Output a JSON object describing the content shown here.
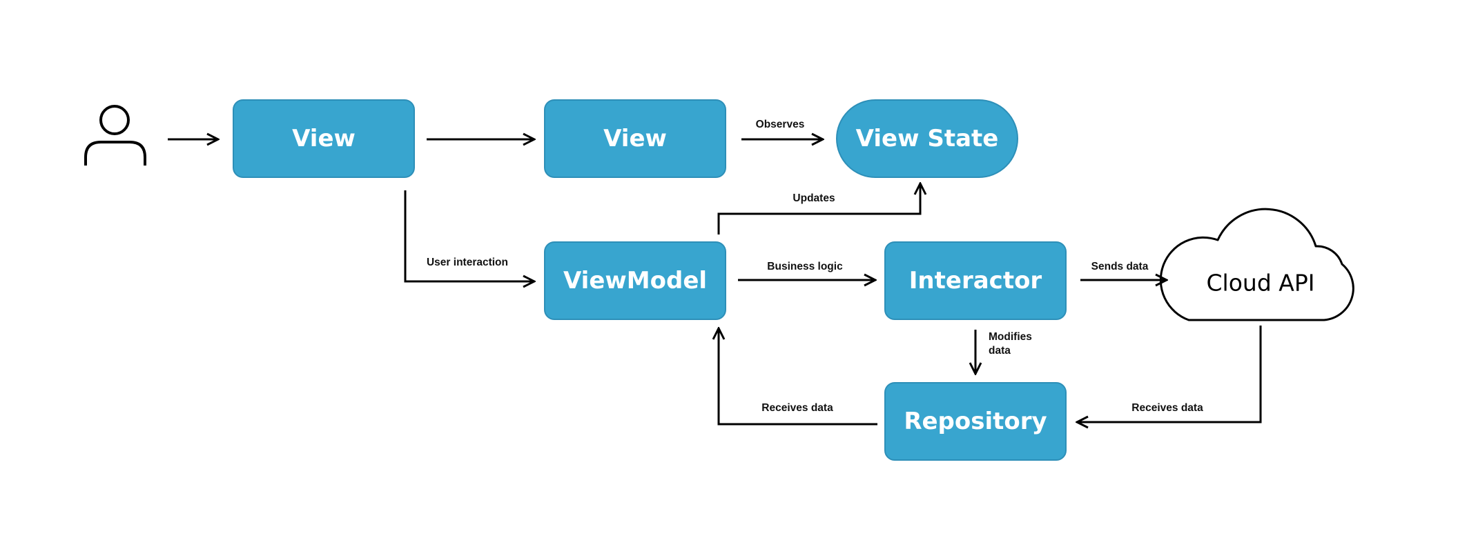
{
  "colors": {
    "node_fill": "#38A5CF",
    "node_text": "#ffffff",
    "line": "#000000"
  },
  "nodes": {
    "view_1": "View",
    "view_2": "View",
    "view_state": "View State",
    "viewmodel": "ViewModel",
    "interactor": "Interactor",
    "repository": "Repository",
    "cloud_api": "Cloud API"
  },
  "edges": {
    "observes": "Observes",
    "updates": "Updates",
    "user_interaction": "User interaction",
    "business_logic": "Business logic",
    "sends_data": "Sends data",
    "modifies_data_line1": "Modifies",
    "modifies_data_line2": "data",
    "receives_data_left": "Receives data",
    "receives_data_right": "Receives data"
  },
  "icons": {
    "user": "user-icon",
    "cloud": "cloud-icon"
  }
}
